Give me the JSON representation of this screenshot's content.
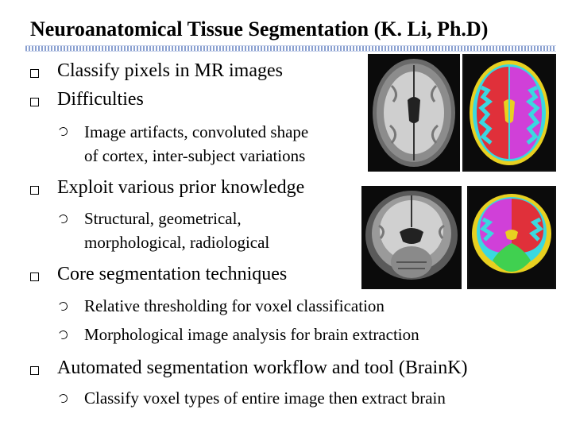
{
  "slide": {
    "title": "Neuroanatomical Tissue Segmentation (K. Li, Ph.D)",
    "bullets": [
      {
        "text": "Classify pixels in MR images"
      },
      {
        "text": "Difficulties",
        "sub": [
          "Image artifacts, convoluted shape",
          "of cortex, inter-subject variations"
        ]
      },
      {
        "text": "Exploit various prior knowledge",
        "sub": [
          "Structural, geometrical,",
          "morphological, radiological"
        ]
      },
      {
        "text": "Core segmentation techniques",
        "sub": [
          "Relative thresholding for voxel classification",
          "Morphological image analysis for brain extraction"
        ]
      },
      {
        "text": "Automated segmentation workflow and tool (BrainK)",
        "sub": [
          "Classify voxel types of entire image then extract brain"
        ]
      }
    ]
  },
  "images": [
    {
      "kind": "axial-mri"
    },
    {
      "kind": "axial-segmentation"
    },
    {
      "kind": "coronal-mri"
    },
    {
      "kind": "coronal-segmentation"
    }
  ],
  "colors": {
    "accent_rule": "#8aa0d0",
    "seg_red": "#e0303a",
    "seg_magenta": "#d040d8",
    "seg_cyan": "#3ad8e0",
    "seg_yellow": "#e8d020",
    "seg_green": "#40d050"
  }
}
